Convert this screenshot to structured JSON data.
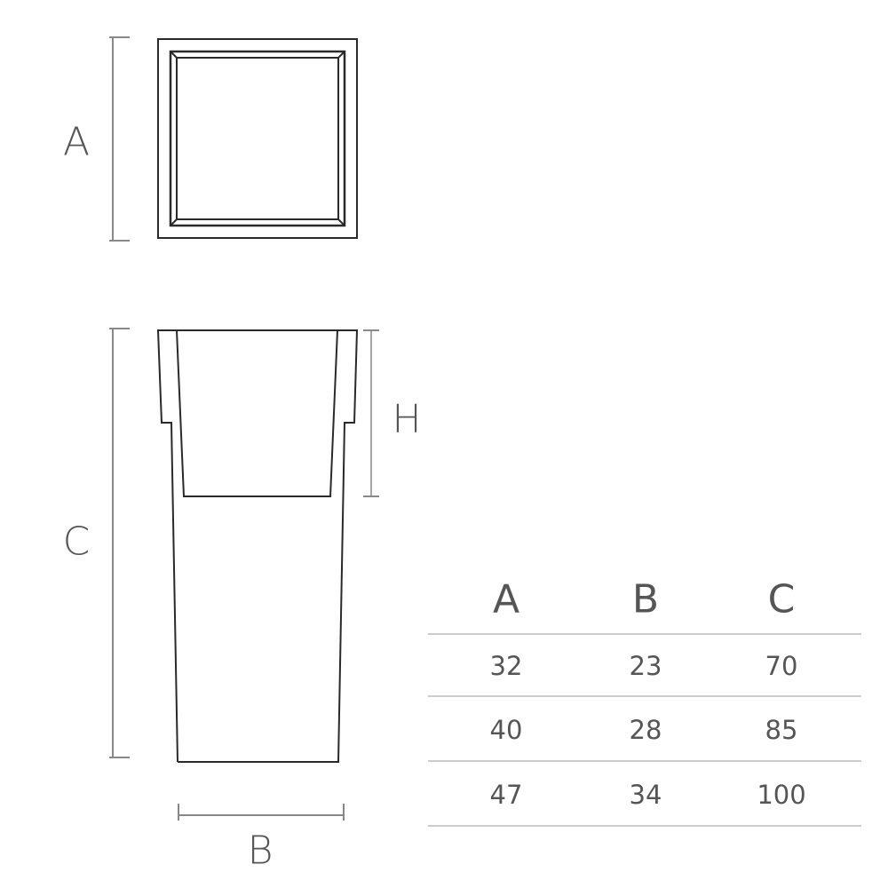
{
  "dimension_labels": {
    "a": "A",
    "c": "C",
    "h": "H",
    "b": "B"
  },
  "table": {
    "headers": [
      "A",
      "B",
      "C"
    ],
    "rows": [
      [
        "32",
        "23",
        "70"
      ],
      [
        "40",
        "28",
        "85"
      ],
      [
        "47",
        "34",
        "100"
      ]
    ]
  }
}
